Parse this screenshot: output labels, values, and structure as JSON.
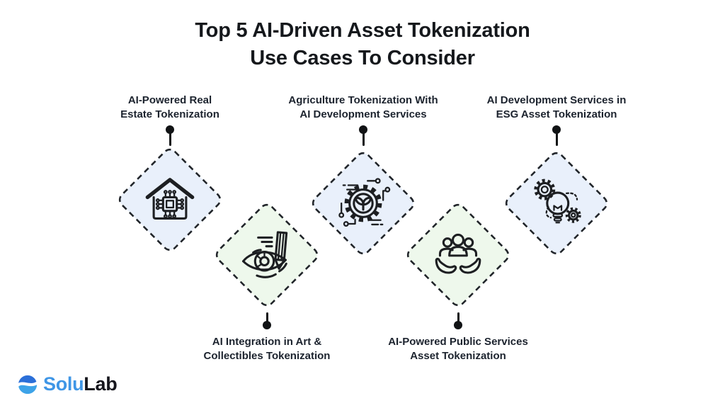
{
  "title": "Top 5 AI-Driven Asset Tokenization\nUse Cases To Consider",
  "colors": {
    "background": "#ffffff",
    "title_text": "#15181c",
    "label_text": "#1c232e",
    "diamond_blue_fill": "#e9f0fb",
    "diamond_green_fill": "#eef8ec",
    "diamond_border": "#22262b",
    "connector": "#111315",
    "icon_stroke": "#1d1f22",
    "logo_blue": "#3f96e6",
    "logo_dark": "#16161d"
  },
  "use_cases": [
    {
      "label": "AI-Powered Real\nEstate Tokenization",
      "icon": "smart-home-chip-icon",
      "fill": "blue",
      "label_position": "top"
    },
    {
      "label": "AI Integration in Art &\nCollectibles Tokenization",
      "icon": "eye-pencil-icon",
      "fill": "green",
      "label_position": "bottom"
    },
    {
      "label": "Agriculture Tokenization With\nAI Development Services",
      "icon": "gear-sprout-icon",
      "fill": "blue",
      "label_position": "top"
    },
    {
      "label": "AI-Powered Public Services\nAsset Tokenization",
      "icon": "people-in-hands-icon",
      "fill": "green",
      "label_position": "bottom"
    },
    {
      "label": "AI Development Services in\nESG Asset Tokenization",
      "icon": "lightbulb-gears-icon",
      "fill": "blue",
      "label_position": "top"
    }
  ],
  "logo": {
    "text_primary": "Solu",
    "text_secondary": "Lab"
  }
}
